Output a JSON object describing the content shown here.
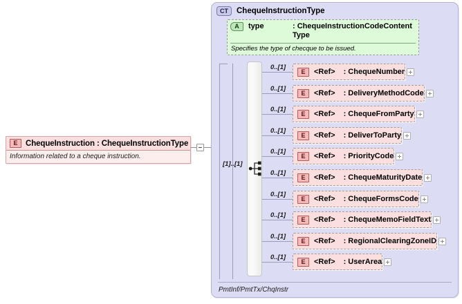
{
  "diagram": {
    "root_element": {
      "icon": "element-badge-E",
      "badge": "E",
      "title": "ChequeInstruction : ChequeInstructionType",
      "documentation": "Information related to a cheque instruction.",
      "toggle": "collapse-minus"
    },
    "complex_type": {
      "badge": "CT",
      "title": "ChequeInstructionType",
      "attribute": {
        "badge": "A",
        "name": "type",
        "type": ": ChequeInstructionCodeContentType",
        "documentation": "Specifies the type of checque to be issued."
      },
      "compositor": {
        "icon": "sequence-icon",
        "cardinality": "[1]..[1]"
      },
      "children": [
        {
          "cardinality": "0..[1]",
          "badge": "E",
          "label": "<Ref>",
          "type": ": ChequeNumber",
          "expand": "+"
        },
        {
          "cardinality": "0..[1]",
          "badge": "E",
          "label": "<Ref>",
          "type": ": DeliveryMethodCode",
          "expand": "+"
        },
        {
          "cardinality": "0..[1]",
          "badge": "E",
          "label": "<Ref>",
          "type": ": ChequeFromParty",
          "expand": "+"
        },
        {
          "cardinality": "0..[1]",
          "badge": "E",
          "label": "<Ref>",
          "type": ": DeliverToParty",
          "expand": "+"
        },
        {
          "cardinality": "0..[1]",
          "badge": "E",
          "label": "<Ref>",
          "type": ": PriorityCode",
          "expand": "+"
        },
        {
          "cardinality": "0..[1]",
          "badge": "E",
          "label": "<Ref>",
          "type": ": ChequeMaturityDate",
          "expand": "+"
        },
        {
          "cardinality": "0..[1]",
          "badge": "E",
          "label": "<Ref>",
          "type": ": ChequeFormsCode",
          "expand": "+"
        },
        {
          "cardinality": "0..[1]",
          "badge": "E",
          "label": "<Ref>",
          "type": ": ChequeMemoFieldText",
          "expand": "+"
        },
        {
          "cardinality": "0..[1]",
          "badge": "E",
          "label": "<Ref>",
          "type": ": RegionalClearingZoneID",
          "expand": "+"
        },
        {
          "cardinality": "0..[1]",
          "badge": "E",
          "label": "<Ref>",
          "type": ": UserArea",
          "expand": "+"
        }
      ],
      "footer_path": "PmtInf/PmtTx/ChqInstr"
    },
    "colors": {
      "element_fill": "#fbdede",
      "element_border": "#b05a5a",
      "attribute_fill": "#ddfbd8",
      "attribute_border": "#5f8f5f",
      "container_fill": "#dcdcf4",
      "container_border": "#b3b3d6",
      "badge_ct_fill": "#c9c9ea"
    }
  }
}
